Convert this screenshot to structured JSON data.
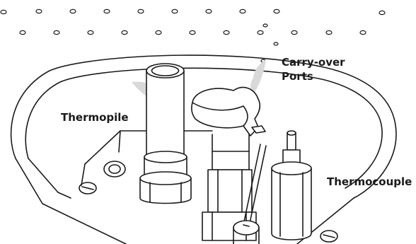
{
  "diagram": {
    "labels": {
      "thermopile": "Thermopile",
      "carryover_line1": "Carry-over",
      "carryover_line2": "Ports",
      "thermocouple": "Thermocouple"
    },
    "colors": {
      "stroke": "#1a1a1a",
      "flame": "#d9d9d9",
      "background": "#ffffff"
    }
  }
}
